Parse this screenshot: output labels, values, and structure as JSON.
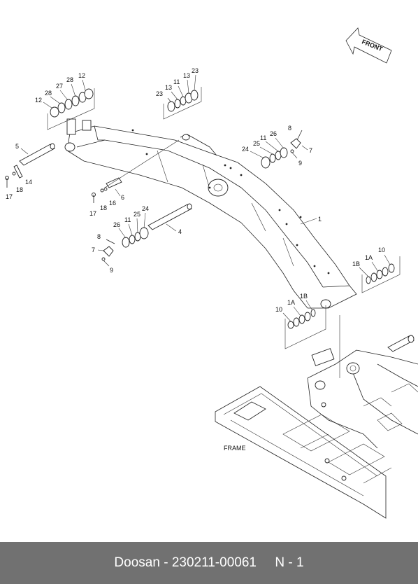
{
  "labels": {
    "l1": "1",
    "l1A_r": "1A",
    "l1B_r": "1B",
    "l10_r": "10",
    "l1A_l": "1A",
    "l1B_l": "1B",
    "l10_l": "10",
    "l4": "4",
    "l5": "5",
    "l6": "6",
    "l7_r": "7",
    "l8_r": "8",
    "l9_r": "9",
    "l7_l": "7",
    "l8_l": "8",
    "l9_l": "9",
    "l11_t": "11",
    "l13_a": "13",
    "l13_b": "13",
    "l23_a": "23",
    "l23_b": "23",
    "l11_r": "11",
    "l24_r": "24",
    "l25_r": "25",
    "l26_r": "26",
    "l11_l": "11",
    "l24_l": "24",
    "l25_l": "25",
    "l26_l": "26",
    "l12_a": "12",
    "l12_b": "12",
    "l27": "27",
    "l28_a": "28",
    "l28_b": "28",
    "l14": "14",
    "l16": "16",
    "l17_a": "17",
    "l17_b": "17",
    "l18_a": "18",
    "l18_b": "18"
  },
  "frame_label": "FRAME",
  "front_label": "FRONT",
  "footer": {
    "brand": "Doosan",
    "separator": " - ",
    "part_number": "230211-00061",
    "page": "N - 1"
  }
}
